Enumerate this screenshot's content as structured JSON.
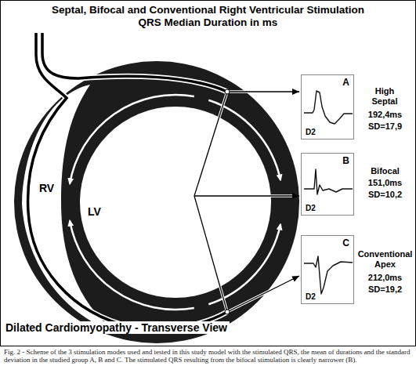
{
  "diagram": {
    "title": "Septal, Bifocal and Conventional Right Ventricular Stimulation QRS Median Duration in ms",
    "caption": "Fig. 2 - Scheme of the 3 stimulation modes used and tested in this study model with the stimulated QRS, the mean of durations and the standard deviation in the studied group A, B and C. The stimulated QRS resulting from the bifocal stimulation is clearly narrower (B).",
    "nodes": [
      {
        "text": [
          "A",
          "D2"
        ]
      },
      {
        "text": [
          "B",
          "D2"
        ]
      },
      {
        "text": [
          "C",
          "D2"
        ]
      }
    ],
    "labels": [
      "RV",
      "LV",
      "High Septal",
      "192,4ms",
      "SD=17,9",
      "Bifocal",
      "151,0ms",
      "SD=10,2",
      "Conventional Apex",
      "212,0ms",
      "SD=19,2",
      "Dilated Cardiomyopathy - Transverse View"
    ]
  }
}
